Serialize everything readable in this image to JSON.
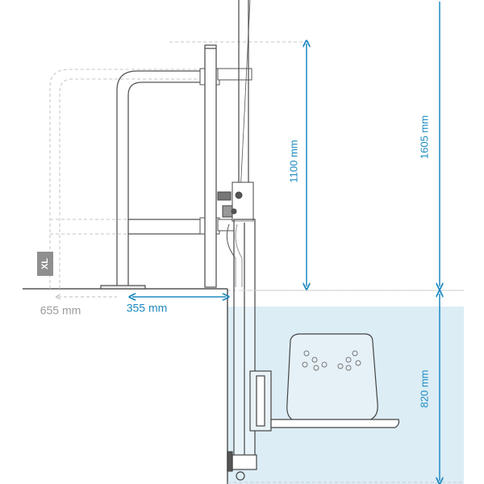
{
  "dimensions": {
    "height_handrail": "1100 mm",
    "height_total": "1605 mm",
    "depth_pool": "820 mm",
    "offset_wall": "355 mm",
    "offset_xl": "655 mm"
  },
  "badge": {
    "xl": "XL"
  },
  "colors": {
    "accent": "#1d8ac0",
    "water": "#dcedf6",
    "steel": "#555555",
    "ghost": "#bdbdbd",
    "badge_bg": "#8f8f8f"
  }
}
